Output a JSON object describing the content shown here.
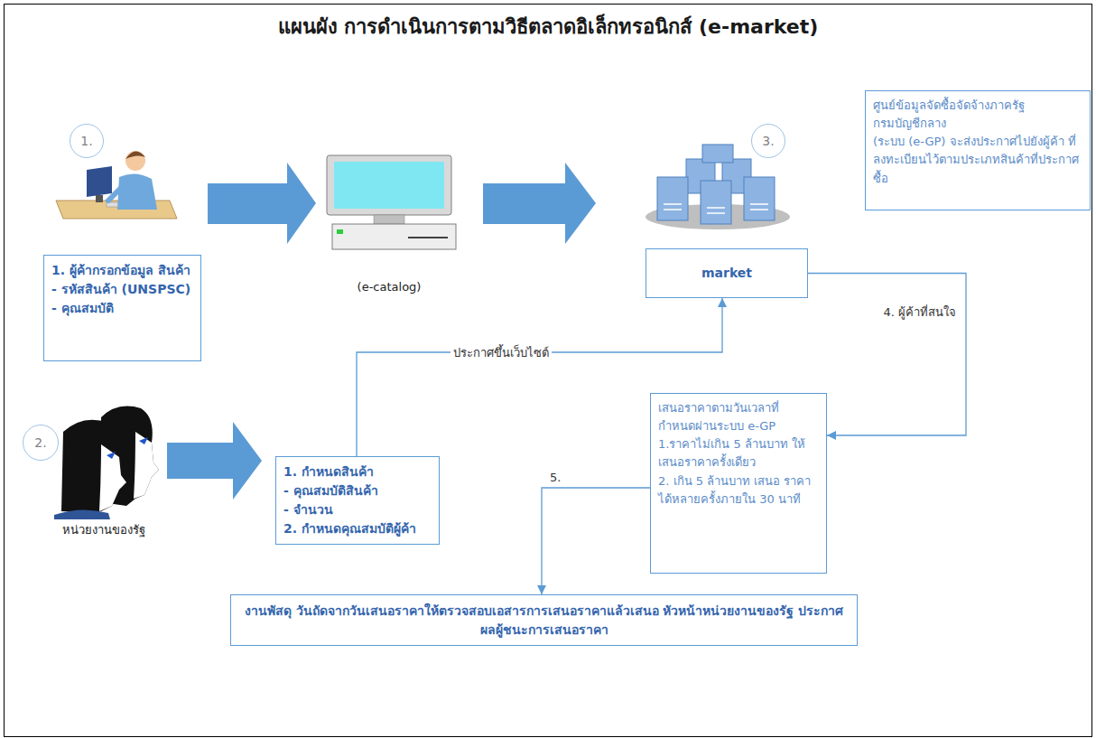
{
  "diagram": {
    "title": "แผนผัง การดำเนินการตามวิธีตลาดอิเล็กทรอนิกส์ (e-market)",
    "nodes": [
      {
        "text": [
          "1."
        ]
      },
      {
        "text": [
          "3."
        ]
      },
      {
        "text": [
          "ศูนย์ข้อมูลจัดซื้อจัดจ้างภาครัฐ",
          "กรมบัญชีกลาง",
          "(ระบบ (e-GP) จะส่งประกาศไปยังผู้ค้า ที่ลงทะเบียนไว้ตามประเภทสินค้าที่ประกาศซื้อ"
        ]
      },
      {
        "text": [
          "1. ผู้ค้ากรอกข้อมูล สินค้า",
          "- รหัสสินค้า (UNSPSC)",
          "- คุณสมบัติ"
        ]
      },
      {
        "text": [
          "market"
        ]
      },
      {
        "text": [
          "2."
        ]
      },
      {
        "text": [
          "1. กำหนดสินค้า",
          "- คุณสมบัติสินค้า",
          "- จำนวน",
          "2. กำหนดคุณสมบัติผู้ค้า"
        ]
      },
      {
        "text": [
          "เสนอราคาตามวันเวลาที่ กำหนดผ่านระบบ e-GP",
          "1.ราคาไม่เกิน 5 ล้านบาท ให้ เสนอราคาครั้งเดียว",
          "2. เกิน 5 ล้านบาท เสนอ ราคาได้หลายครั้งภายใน 30 นาที"
        ]
      },
      {
        "text": [
          "งานพัสดุ วันถัดจากวันเสนอราคาให้ตรวจสอบเอสารการเสนอราคาแล้วเสนอ หัวหน้าหน่วยงานของรัฐ ประกาศผลผู้ชนะการเสนอราคา"
        ]
      }
    ],
    "edges": [
      {
        "from": 6,
        "to": 4,
        "label": "ประกาศขึ้นเว็บไซต์",
        "arrow": "to"
      },
      {
        "from": 4,
        "to": 7,
        "label": "4. ผู้ค้าที่สนใจ",
        "arrow": "to"
      },
      {
        "from": 7,
        "to": 8,
        "label": "5.",
        "arrow": "to"
      }
    ],
    "labels": [
      "(e-catalog)",
      "หน่วยงานของรัฐ"
    ]
  }
}
